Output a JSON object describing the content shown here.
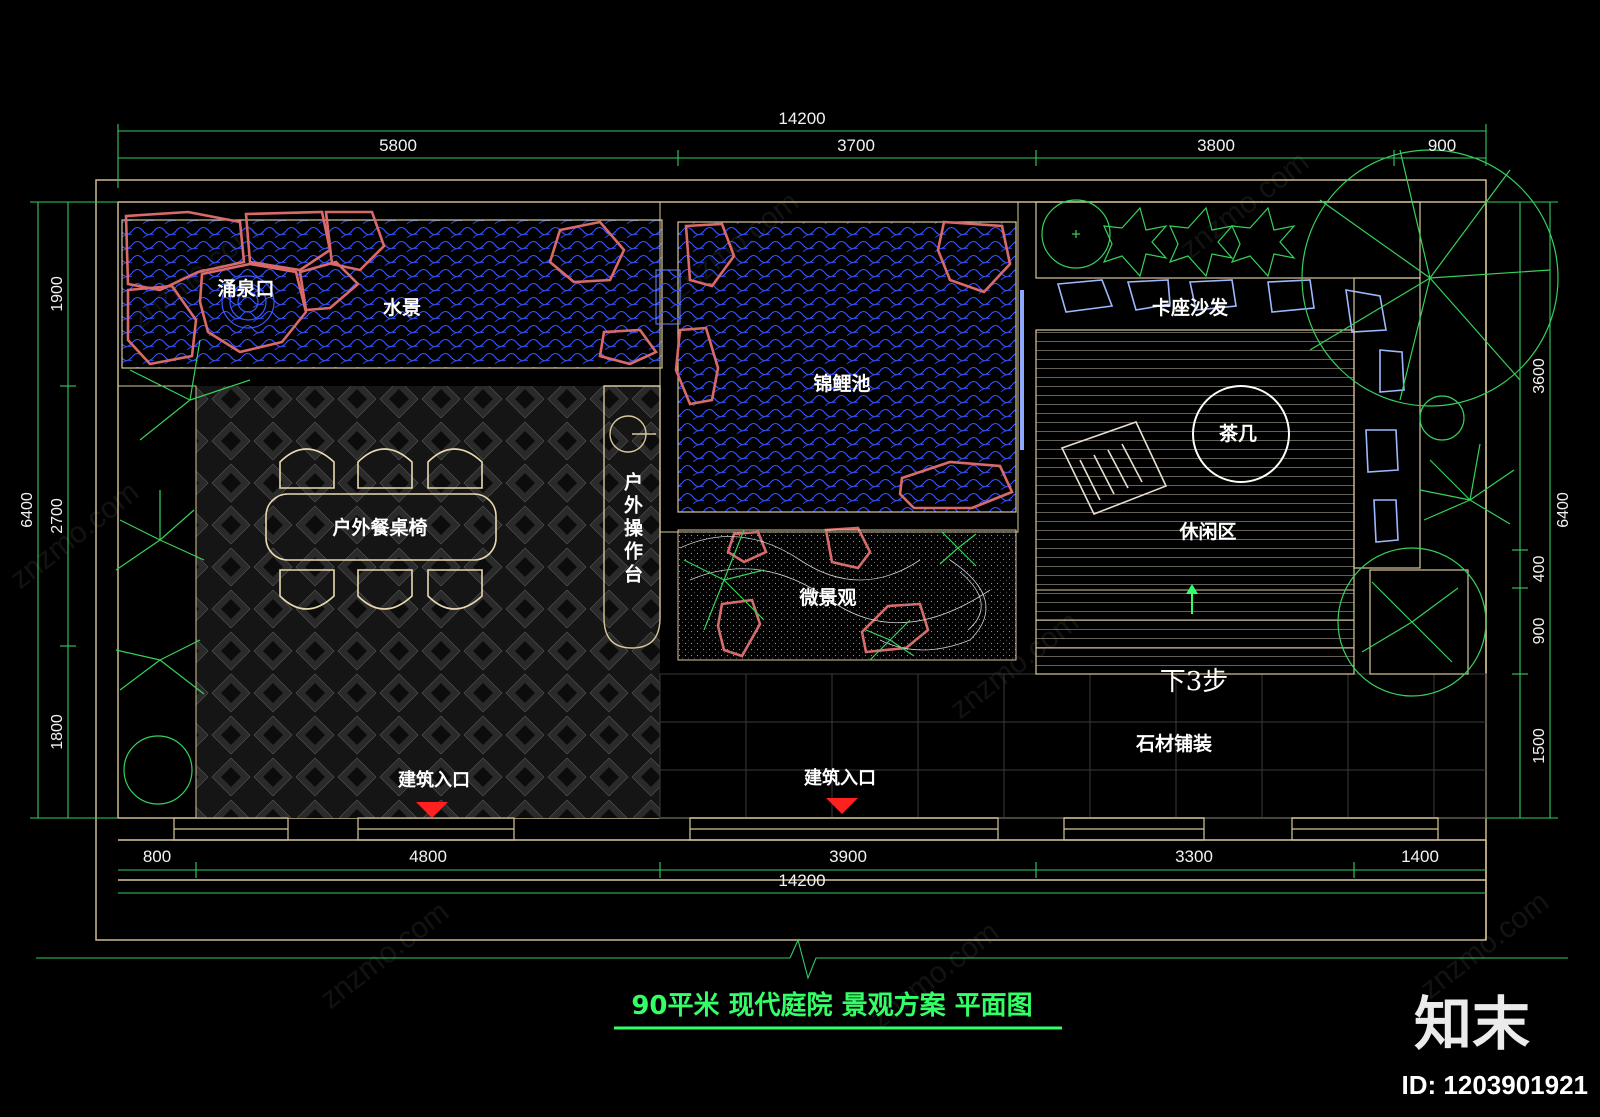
{
  "title": "90平米 现代庭院 景观方案 平面图",
  "dimensions": {
    "top_total": "14200",
    "top": [
      "5800",
      "3700",
      "3800",
      "900"
    ],
    "bottom": [
      "800",
      "4800",
      "3900",
      "3300",
      "1400"
    ],
    "bottom_total": "14200",
    "left_total": "6400",
    "left": [
      "1900",
      "2700",
      "1800"
    ],
    "right_total": "6400",
    "right": [
      "3600",
      "400",
      "900",
      "1500"
    ]
  },
  "areas": {
    "fountain": "涌泉口",
    "water_feature": "水景",
    "koi_pond": "锦鲤池",
    "sofa": "卡座沙发",
    "tea_table": "茶几",
    "leisure": "休闲区",
    "dining": "户外餐桌椅",
    "counter": "户外操作台",
    "micro": "微景观",
    "steps": "下3步",
    "paving": "石材铺装",
    "entrance_left": "建筑入口",
    "entrance_right": "建筑入口"
  },
  "brand": "知末",
  "image_id": "ID: 1203901921",
  "watermark": "znzmo.com",
  "colors": {
    "line": "#d9c79a",
    "water": "#3b57ff",
    "rock": "#d96a6a",
    "plant": "#36d15a",
    "dim": "#33cc66",
    "title": "#33ff66"
  }
}
